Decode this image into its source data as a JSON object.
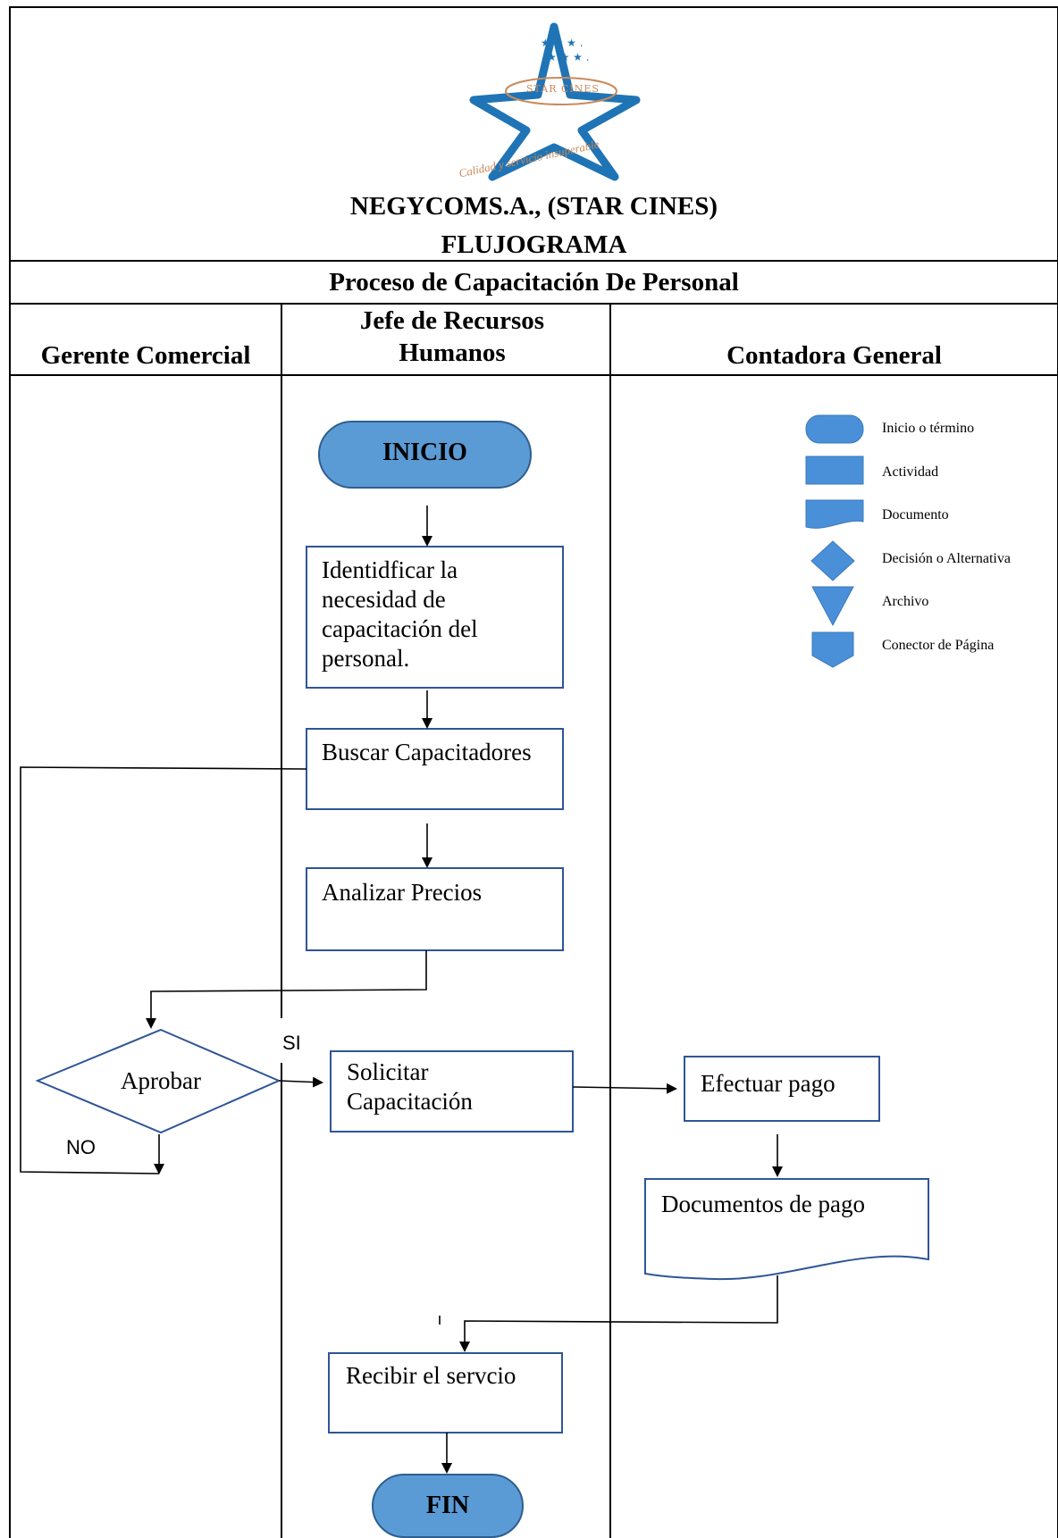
{
  "header": {
    "company": "NEGYCOMS.A., (STAR CINES)",
    "doc_type": "FLUJOGRAMA",
    "process": "Proceso de Capacitación De Personal"
  },
  "logo": {
    "brand": "STAR CINES",
    "slogan": "Calidad y servicio insuperable",
    "colors": {
      "star": "#1f74b5",
      "text": "#c98a5a"
    }
  },
  "lanes": {
    "lane1": "Gerente Comercial",
    "lane2": "Jefe de Recursos Humanos",
    "lane3": "Contadora General"
  },
  "nodes": {
    "inicio": "INICIO",
    "identificar": "Identidficar la necesidad de capacitación del personal.",
    "buscar": "Buscar Capacitadores",
    "analizar": "Analizar Precios",
    "aprobar": "Aprobar",
    "solicitar": "Solicitar Capacitación",
    "efectuar": "Efectuar pago",
    "documentos": "Documentos de pago",
    "recibir": "Recibir el servcio",
    "fin": "FIN"
  },
  "edges": {
    "si": "SI",
    "no": "NO"
  },
  "legend": {
    "inicio_termino": "Inicio o término",
    "actividad": "Actividad",
    "documento": "Documento",
    "decision": "Decisión o Alternativa",
    "archivo": "Archivo",
    "conector": "Conector de Página"
  },
  "colors": {
    "terminal_fill": "#5b9bd5",
    "terminal_stroke": "#2e5e8e",
    "box_stroke": "#2f5597",
    "legend_fill": "#4a90d9"
  }
}
